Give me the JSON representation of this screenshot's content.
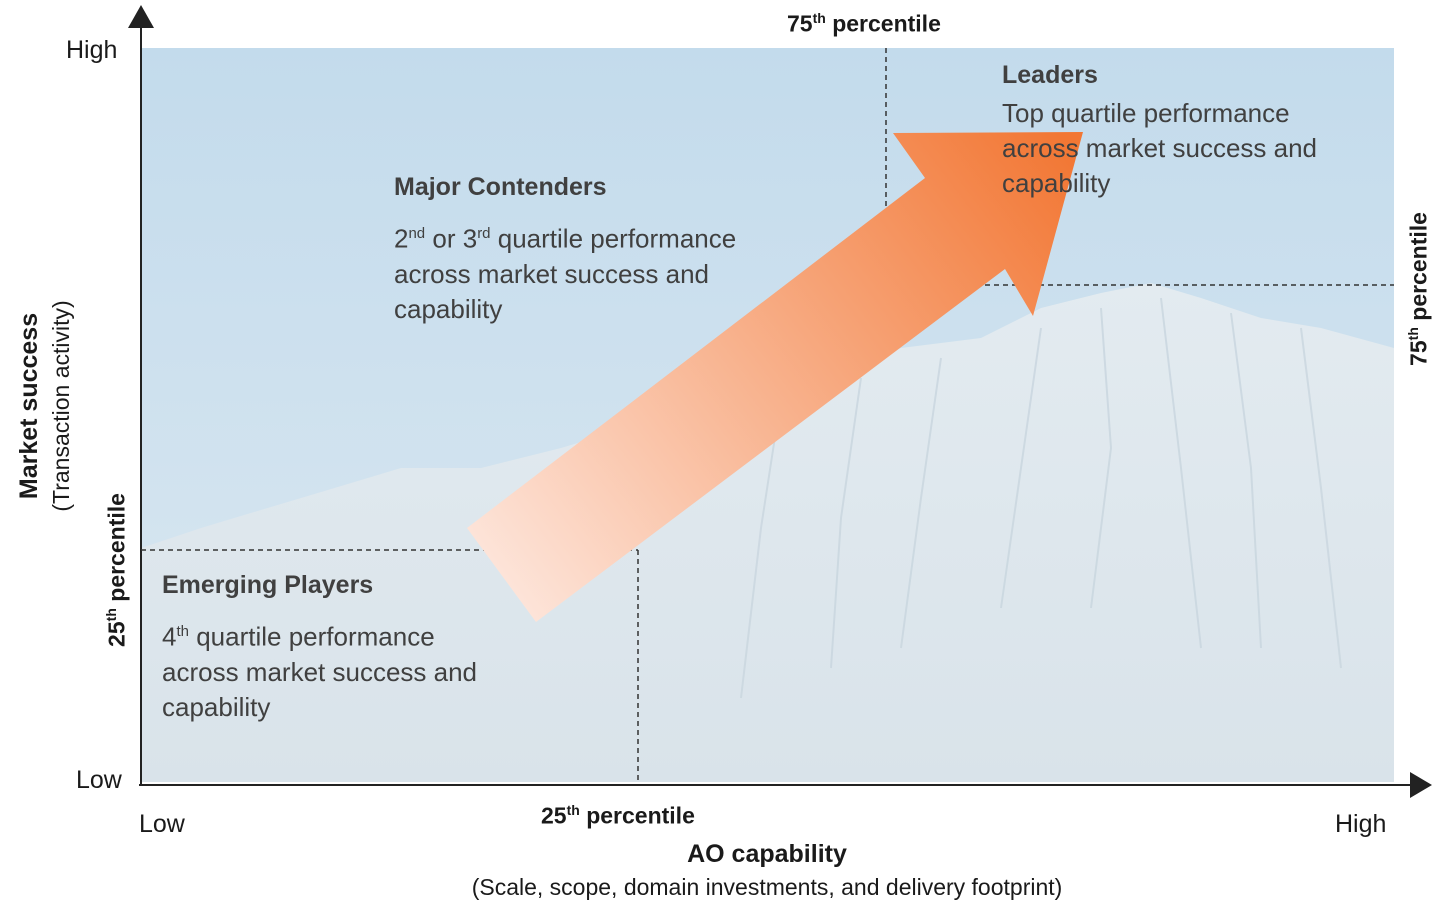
{
  "y_axis": {
    "high": "High",
    "low": "Low",
    "title": "Market success",
    "subtitle": "(Transaction activity)",
    "pct_25": {
      "num": "25",
      "sup": "th",
      "word": " percentile"
    },
    "pct_75": {
      "num": "75",
      "sup": "th",
      "word": " percentile"
    }
  },
  "x_axis": {
    "low": "Low",
    "high": "High",
    "title": "AO capability",
    "subtitle": "(Scale, scope, domain investments, and delivery footprint)",
    "pct_25": {
      "num": "25",
      "sup": "th",
      "word": " percentile"
    },
    "pct_75": {
      "num": "75",
      "sup": "th",
      "word": " percentile"
    }
  },
  "quadrants": {
    "leaders": {
      "title": "Leaders",
      "line1": "Top quartile performance",
      "line2": "across market success and",
      "line3": "capability"
    },
    "major": {
      "title": "Major Contenders",
      "line1_a": "2",
      "line1_sup_a": "nd",
      "line1_b": " or 3",
      "line1_sup_b": "rd",
      "line1_c": " quartile performance",
      "line2": "across market success and",
      "line3": "capability"
    },
    "emerging": {
      "title": "Emerging Players",
      "line1_a": "4",
      "line1_sup": "th",
      "line1_b": " quartile performance",
      "line2": "across market success and",
      "line3": "capability"
    }
  },
  "colors": {
    "arrow_start": "#fde3d8",
    "arrow_end": "#f27a3c",
    "sky_top": "#c5dcec",
    "sky_bottom": "#dde9f1",
    "mountain": "#e4ecf1"
  }
}
